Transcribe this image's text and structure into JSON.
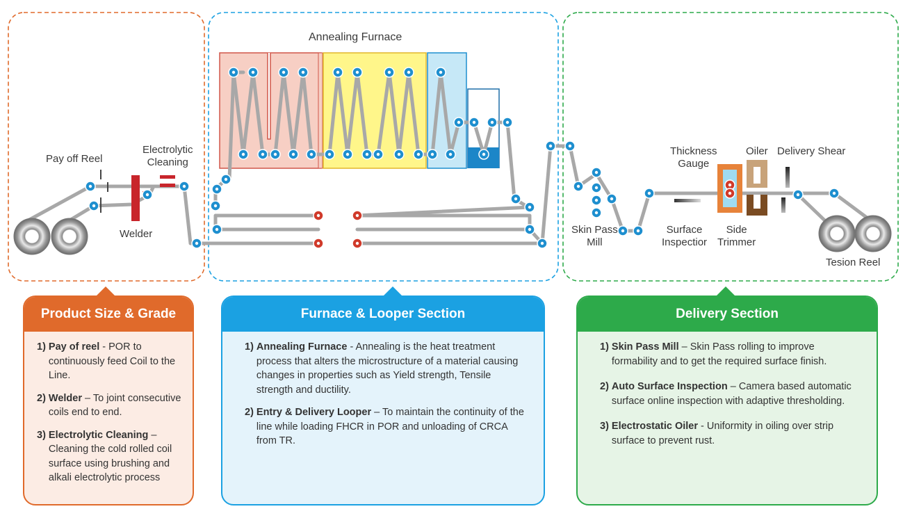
{
  "diagram_labels": {
    "pay_off_reel": "Pay off Reel",
    "electrolytic_cleaning": [
      "Electrolytic",
      "Cleaning"
    ],
    "welder": "Welder",
    "annealing_furnace": "Annealing Furnace",
    "skin_pass_mill": [
      "Skin Pass",
      "Mill"
    ],
    "thickness_gauge": [
      "Thickness",
      "Gauge"
    ],
    "oiler": "Oiler",
    "delivery_shear": "Delivery Shear",
    "surface_inspection": [
      "Surface",
      "Inspectior"
    ],
    "side_trimmer": [
      "Side",
      "Trimmer"
    ],
    "tension_reel": "Tesion Reel"
  },
  "sections": [
    {
      "title": "Product Size & Grade",
      "accent": "#E06A2B",
      "body_bg": "#FCECE4",
      "items": [
        {
          "num": "1)",
          "bold": "Pay of reel",
          "sep": " - ",
          "text": "POR to continuously feed Coil to the Line."
        },
        {
          "num": "2)",
          "bold": "Welder",
          "sep": " – ",
          "text": "To joint consecutive coils end to end."
        },
        {
          "num": "3)",
          "bold": "Electrolytic Cleaning",
          "sep": " – ",
          "text": "Cleaning the cold rolled coil surface using brushing and alkali electrolytic process"
        }
      ]
    },
    {
      "title": "Furnace & Looper Section",
      "accent": "#1BA1E2",
      "body_bg": "#E4F3FB",
      "items": [
        {
          "num": "1)",
          "bold": "Annealing Furnace",
          "sep": " - ",
          "text": "Annealing is the heat treatment process that alters the microstructure of a material causing changes in properties such as Yield strength, Tensile strength and ductility."
        },
        {
          "num": "2)",
          "bold": "Entry & Delivery Looper",
          "sep": " – ",
          "text": "To maintain the continuity of the line while loading FHCR in POR and unloading of CRCA from TR."
        }
      ]
    },
    {
      "title": "Delivery Section",
      "accent": "#2DAA4A",
      "body_bg": "#E6F4E6",
      "items": [
        {
          "num": "1)",
          "bold": "Skin Pass Mill",
          "sep": " – ",
          "text": "Skin Pass rolling to improve formability and to get the required surface finish."
        },
        {
          "num": "2)",
          "bold": "Auto Surface Inspection",
          "sep": " – ",
          "text": "Camera based automatic surface online inspection with adaptive thresholding."
        },
        {
          "num": "3)",
          "bold": "Electrostatic Oiler",
          "sep": " - ",
          "text": "Uniformity in oiling over strip surface to prevent rust."
        }
      ]
    }
  ],
  "colors": {
    "roller": "#1E8FCF",
    "hot_roller": "#D03A2A",
    "strip": "#B8B8B8",
    "furnace_red": "#F7CFC4",
    "furnace_yellow": "#FFF68A",
    "furnace_blue": "#C6E8F7"
  }
}
